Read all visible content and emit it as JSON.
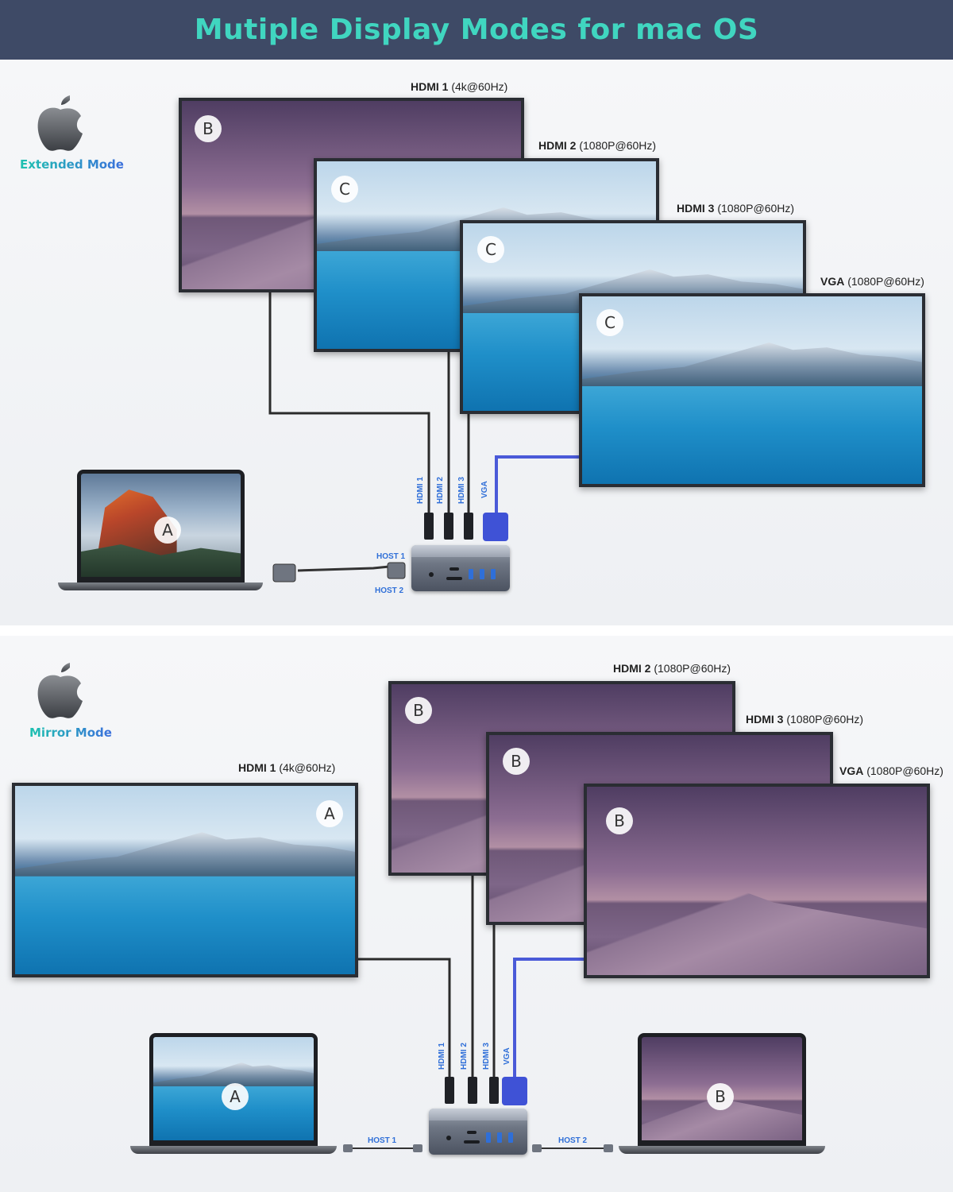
{
  "header": {
    "title": "Mutiple Display Modes for mac OS"
  },
  "extended": {
    "mode_label": "Extended Mode",
    "monitors": [
      {
        "port": "HDMI 1",
        "spec": "(4k@60Hz)",
        "badge": "B"
      },
      {
        "port": "HDMI 2",
        "spec": "(1080P@60Hz)",
        "badge": "C"
      },
      {
        "port": "HDMI 3",
        "spec": "(1080P@60Hz)",
        "badge": "C"
      },
      {
        "port": "VGA",
        "spec": "(1080P@60Hz)",
        "badge": "C"
      }
    ],
    "laptop": {
      "badge": "A"
    },
    "cable_labels": [
      "HDMI 1",
      "HDMI 2",
      "HDMI 3",
      "VGA"
    ],
    "host_labels": [
      "HOST 1",
      "HOST 2"
    ]
  },
  "mirror": {
    "mode_label": "Mirror Mode",
    "monitors": [
      {
        "port": "HDMI 1",
        "spec": "(4k@60Hz)",
        "badge": "A"
      },
      {
        "port": "HDMI 2",
        "spec": "(1080P@60Hz)",
        "badge": "B"
      },
      {
        "port": "HDMI 3",
        "spec": "(1080P@60Hz)",
        "badge": "B"
      },
      {
        "port": "VGA",
        "spec": "(1080P@60Hz)",
        "badge": "B"
      }
    ],
    "laptops": [
      {
        "badge": "A"
      },
      {
        "badge": "B"
      }
    ],
    "cable_labels": [
      "HDMI 1",
      "HDMI 2",
      "HDMI 3",
      "VGA"
    ],
    "host_labels": [
      "HOST 1",
      "HOST 2"
    ]
  },
  "colors": {
    "header_bg": "#3e4a66",
    "title": "#40d6c0",
    "label_blue": "#2f6fd8",
    "vga_cable": "#4a5ad8"
  }
}
